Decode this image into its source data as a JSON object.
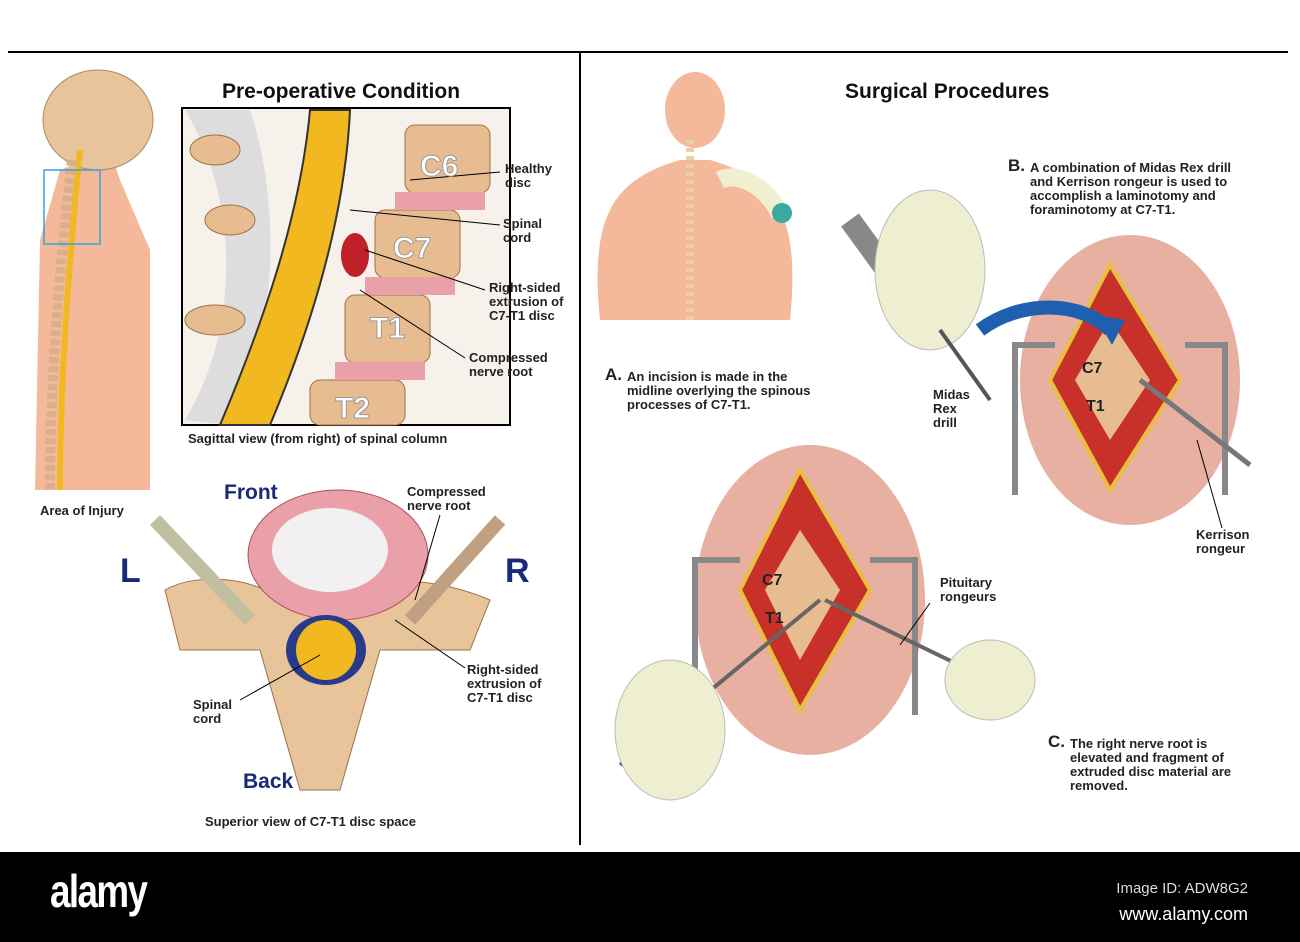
{
  "left_panel": {
    "title": "Pre-operative Condition",
    "area_label": "Area of Injury",
    "sagittal": {
      "vertebrae": [
        "C6",
        "C7",
        "T1",
        "T2"
      ],
      "labels": {
        "healthy_disc": "Healthy disc",
        "spinal_cord": "Spinal cord",
        "extrusion": "Right-sided extrusion of C7-T1 disc",
        "nerve_root": "Compressed nerve root"
      },
      "caption": "Sagittal view (from right) of spinal column"
    },
    "superior": {
      "front": "Front",
      "back": "Back",
      "left": "L",
      "right": "R",
      "nerve_root": "Compressed nerve root",
      "extrusion": "Right-sided extrusion of C7-T1 disc",
      "spinal_cord": "Spinal cord",
      "caption": "Superior view of C7-T1 disc space"
    }
  },
  "right_panel": {
    "title": "Surgical Procedures",
    "step_a": {
      "letter": "A.",
      "text": "An incision is made in the midline overlying the spinous processes of C7-T1."
    },
    "step_b": {
      "letter": "B.",
      "text": "A combination of Midas Rex drill and Kerrison rongeur is used to accomplish a laminotomy and foraminotomy at C7-T1.",
      "drill": "Midas Rex drill",
      "rongeur": "Kerrison rongeur",
      "c7": "C7",
      "t1": "T1"
    },
    "step_c": {
      "letter": "C.",
      "text": "The right nerve root is elevated and fragment of extruded disc material are removed.",
      "pituitary": "Pituitary rongeurs",
      "c7": "C7",
      "t1": "T1"
    }
  },
  "footer": {
    "logo": "alamy",
    "image_id": "Image ID: ADW8G2",
    "url": "www.alamy.com"
  },
  "colors": {
    "skin": "#f4b99a",
    "bone": "#e8c49a",
    "cord": "#f2b820",
    "disc": "#e9a0a8",
    "navy": "#1a2a7a",
    "arrow": "#1f5fb0"
  }
}
